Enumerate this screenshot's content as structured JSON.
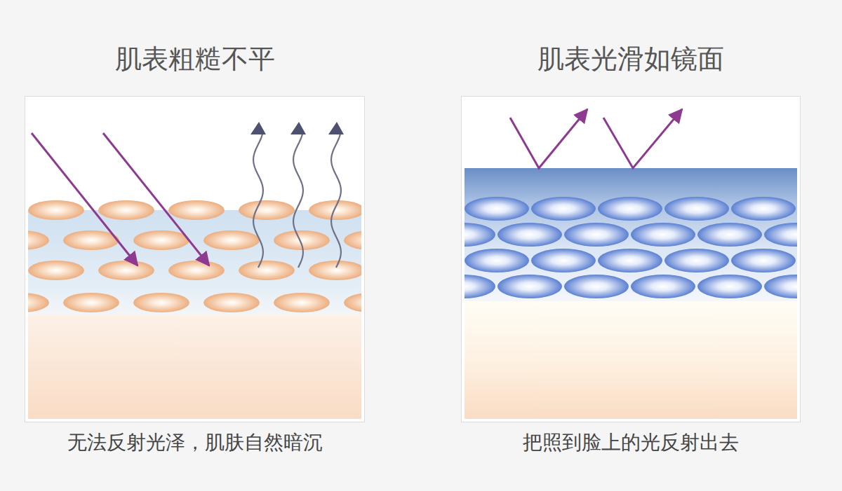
{
  "diagram": {
    "nodes": [
      {
        "text": [
          "肌表粗糙不平",
          "无法反射光泽，肌肤自然暗沉"
        ]
      },
      {
        "text": [
          "肌表光滑如镜面",
          "把照到脸上的光反射出去"
        ]
      }
    ]
  }
}
